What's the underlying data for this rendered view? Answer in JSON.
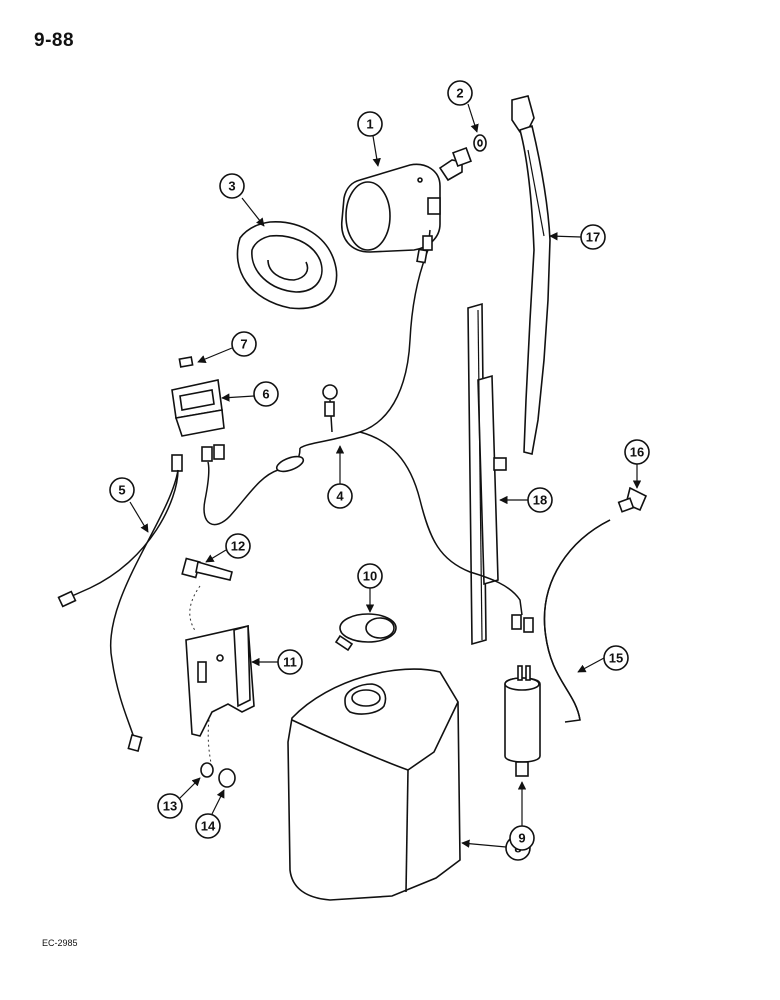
{
  "page_number": "9-88",
  "reference_code": "EC-2985",
  "callouts": [
    "1",
    "2",
    "3",
    "4",
    "5",
    "6",
    "7",
    "8",
    "9",
    "10",
    "11",
    "12",
    "13",
    "14",
    "15",
    "16",
    "17",
    "18"
  ]
}
